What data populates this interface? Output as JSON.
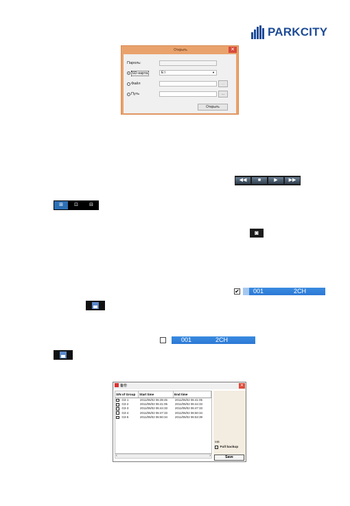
{
  "logo": {
    "text": "PARKCITY",
    "color": "#1d4b96"
  },
  "open_dialog": {
    "title": "Открыть",
    "password_label": "Пароль:",
    "device_option": "SD-карта",
    "device_value": "E:\\",
    "file_option": "Файл",
    "path_option": "Путь",
    "browse_label": "...",
    "open_button": "Открыть"
  },
  "playback_controls": {
    "icons": [
      "rewind-icon",
      "stop-icon",
      "play-icon",
      "fast-forward-icon"
    ],
    "glyphs": [
      "◀◀",
      "■",
      "▶",
      "▶▶"
    ]
  },
  "split_controls": {
    "glyphs": [
      "⊞",
      "⊡",
      "⊟"
    ]
  },
  "snapshot": {
    "glyph": "◙"
  },
  "channel_row_1": {
    "checked": true,
    "check_glyph": "✔",
    "number": "001",
    "channels": "2CH"
  },
  "channel_row_2": {
    "checked": false,
    "number": "001",
    "channels": "2CH"
  },
  "backup_window": {
    "title": "备份",
    "columns": [
      "S/N of Group",
      "Start time",
      "End time"
    ],
    "rows": [
      {
        "sn": "G3-1",
        "start": "2011/05/02 06:39:45",
        "end": "2011/05/02 06:41:05"
      },
      {
        "sn": "G3-2",
        "start": "2011/05/02 06:41:05",
        "end": "2011/05/02 06:44:33"
      },
      {
        "sn": "G3-3",
        "start": "2011/05/02 06:44:33",
        "end": "2011/05/02 06:47:33"
      },
      {
        "sn": "G3-4",
        "start": "2011/05/02 06:47:33",
        "end": "2011/05/02 06:50:34"
      },
      {
        "sn": "G3-5",
        "start": "2011/05/02 06:50:34",
        "end": "2011/05/02 06:53:39"
      }
    ],
    "size_label": "MB",
    "full_backup_label": "Full backup",
    "save_button": "Save"
  }
}
